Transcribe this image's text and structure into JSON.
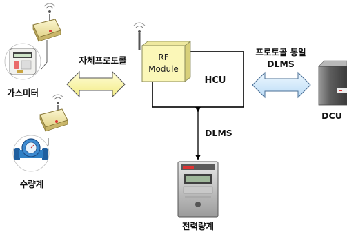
{
  "labels": {
    "gas_meter": "가스미터",
    "water_meter": "수량계",
    "proprietary_protocol": "자체프로토콜",
    "rf_module_line1": "RF",
    "rf_module_line2": "Module",
    "hcu": "HCU",
    "unified_protocol": "프로토콜 통일",
    "dlms_top": "DLMS",
    "dlms_vertical": "DLMS",
    "dcu": "DCU",
    "power_meter": "전력량계"
  },
  "colors": {
    "rf_module_fill": "#fbf7b8",
    "yellow_arrow": "#fbf7a6",
    "blue_arrow": "#d6ecfb",
    "line": "#000000"
  },
  "icons": {
    "antenna": "antenna-icon",
    "router": "router-icon",
    "gas_meter": "gas-meter-icon",
    "water_meter": "water-meter-icon",
    "power_meter": "power-meter-icon",
    "dcu_device": "dcu-device-icon"
  }
}
